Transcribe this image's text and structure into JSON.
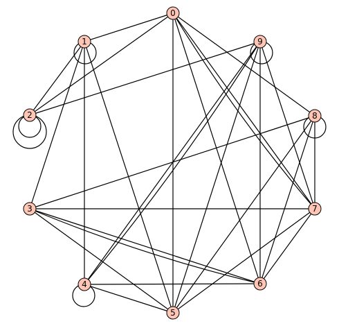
{
  "diagram": {
    "type": "graph",
    "node_fill": "#ffc5b5",
    "edge_color": "#000000",
    "nodes": [
      {
        "id": 0,
        "label": "0"
      },
      {
        "id": 1,
        "label": "1"
      },
      {
        "id": 2,
        "label": "2"
      },
      {
        "id": 3,
        "label": "3"
      },
      {
        "id": 4,
        "label": "4"
      },
      {
        "id": 5,
        "label": "5"
      },
      {
        "id": 6,
        "label": "6"
      },
      {
        "id": 7,
        "label": "7"
      },
      {
        "id": 8,
        "label": "8"
      },
      {
        "id": 9,
        "label": "9"
      }
    ],
    "edges": [
      [
        0,
        1
      ],
      [
        0,
        2
      ],
      [
        0,
        5
      ],
      [
        0,
        6
      ],
      [
        0,
        7
      ],
      [
        0,
        8
      ],
      [
        1,
        2
      ],
      [
        1,
        3
      ],
      [
        1,
        4
      ],
      [
        1,
        5
      ],
      [
        2,
        9
      ],
      [
        3,
        5
      ],
      [
        3,
        6
      ],
      [
        3,
        7
      ],
      [
        3,
        8
      ],
      [
        4,
        5
      ],
      [
        4,
        6
      ],
      [
        4,
        9
      ],
      [
        5,
        7
      ],
      [
        5,
        8
      ],
      [
        5,
        9
      ],
      [
        6,
        7
      ],
      [
        6,
        8
      ],
      [
        6,
        9
      ],
      [
        7,
        8
      ],
      [
        7,
        9
      ]
    ],
    "extra_edges": [
      [
        0,
        7
      ],
      [
        4,
        9
      ],
      [
        3,
        6
      ]
    ],
    "loops": [
      {
        "node": 1,
        "count": 1
      },
      {
        "node": 2,
        "count": 2
      },
      {
        "node": 4,
        "count": 1
      },
      {
        "node": 8,
        "count": 1
      },
      {
        "node": 9,
        "count": 1
      }
    ]
  }
}
